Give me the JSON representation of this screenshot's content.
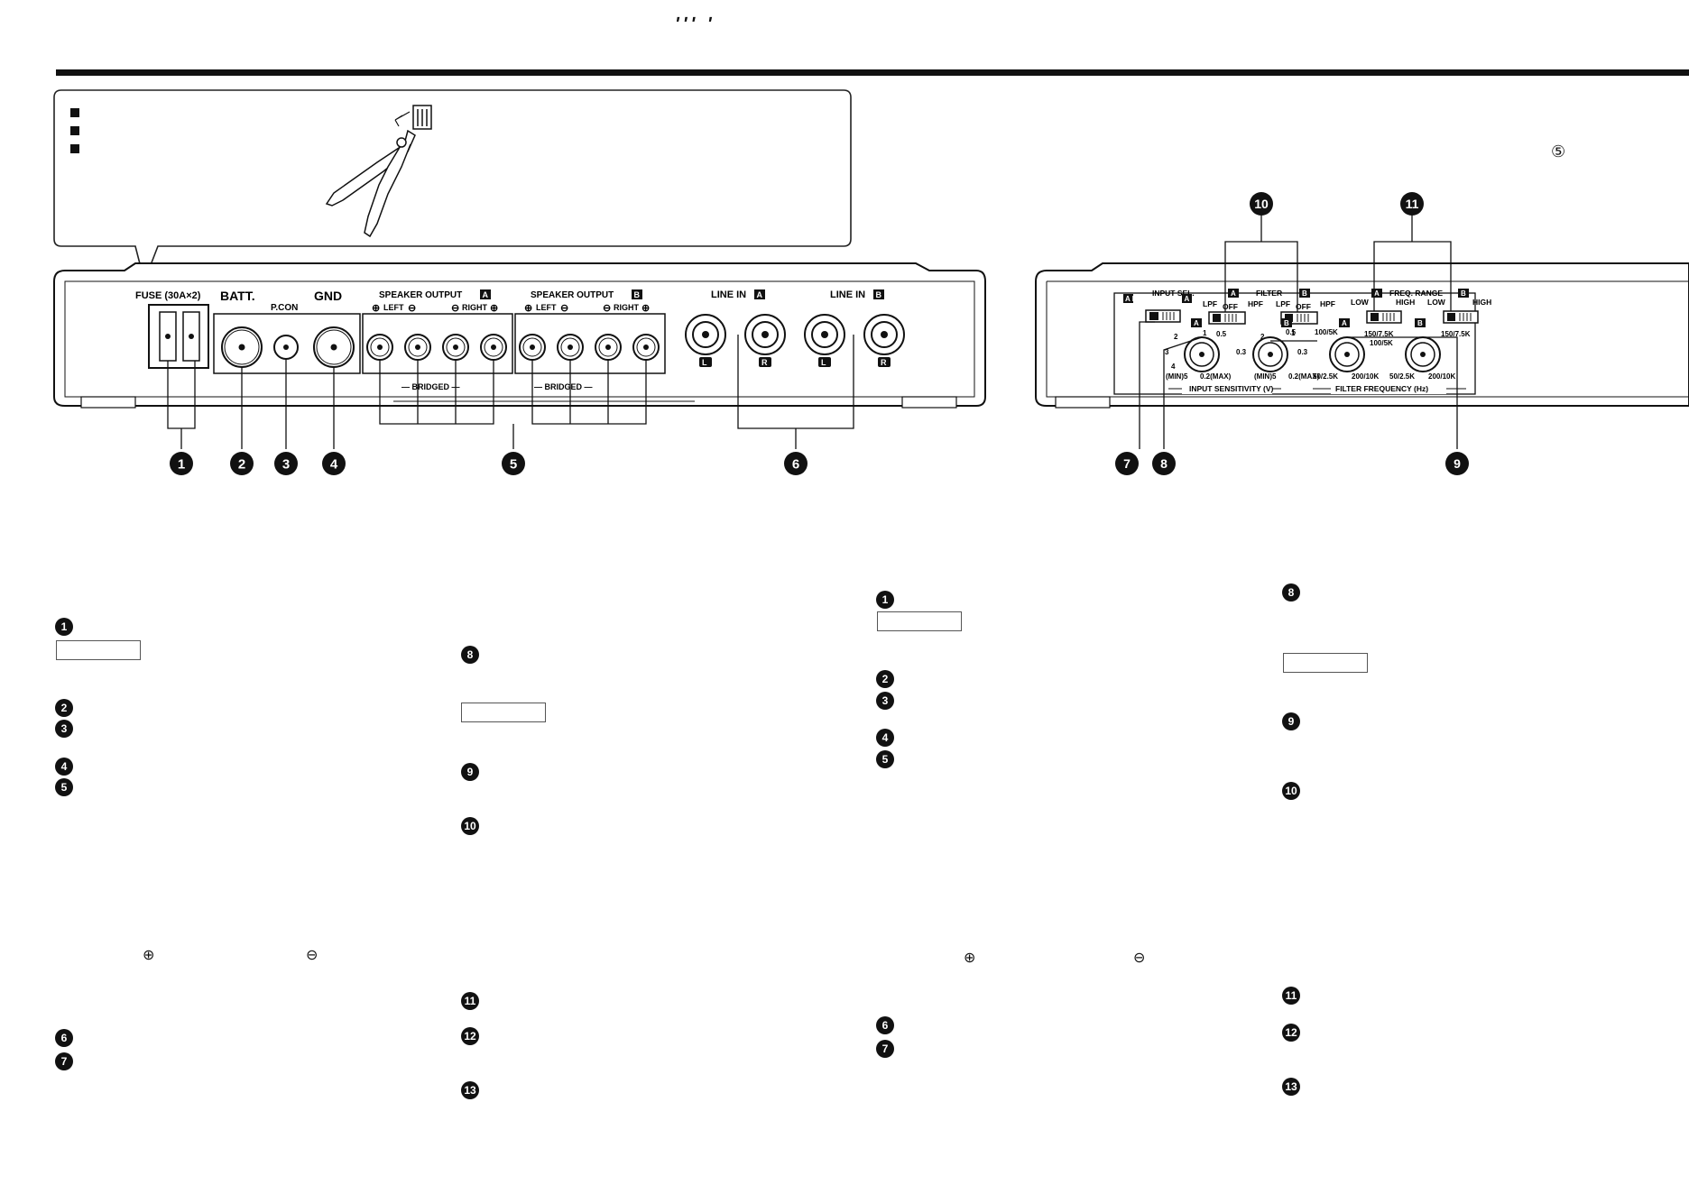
{
  "header": {
    "marks": "ʹʹʹ ʹ"
  },
  "fuse_callout": {
    "bullet_count": 3,
    "tool_label": ""
  },
  "left_panel": {
    "fuse_label": "FUSE (30A×2)",
    "batt_label": "BATT.",
    "pcon_label": "P.CON",
    "gnd_label": "GND",
    "speaker_output_a": "SPEAKER OUTPUT",
    "speaker_output_b": "SPEAKER OUTPUT",
    "channel_a": "A",
    "channel_b": "B",
    "left_label": "LEFT",
    "right_label": "RIGHT",
    "bridged_label": "— BRIDGED —",
    "line_in_label": "LINE IN",
    "l_label": "L",
    "r_label": "R"
  },
  "right_panel": {
    "input_sel_label": "INPUT SEL.",
    "ab_label": "A B",
    "a_label": "A",
    "b_label": "B",
    "filter_label": "FILTER",
    "lpf": "LPF",
    "hpf": "HPF",
    "off": "OFF",
    "freq_range_label": "FREQ. RANGE",
    "low": "LOW",
    "high": "HIGH",
    "input_sensitivity_label": "INPUT SENSITIVITY (V)",
    "filter_frequency_label": "FILTER FREQUENCY (Hz)",
    "sens_min": "(MIN)5",
    "sens_max": "0.2(MAX)",
    "sens_1": "1",
    "sens_2": "2",
    "sens_3": "3",
    "sens_4": "4",
    "sens_05": "0.5",
    "sens_03": "0.3",
    "freq_150_75k": "150/7.5K",
    "freq_100_5k": "100/5K",
    "freq_50_25k": "50/2.5K",
    "freq_200_10k": "200/10K"
  },
  "callouts": {
    "left": [
      "1",
      "2",
      "3",
      "4",
      "5",
      "6"
    ],
    "right": [
      "7",
      "8",
      "9",
      "10",
      "11"
    ]
  },
  "text_markers": {
    "col1": [
      "1",
      "2",
      "3",
      "4",
      "5",
      "6",
      "7"
    ],
    "col2": [
      "8",
      "9",
      "10",
      "11",
      "12",
      "13"
    ],
    "col3": [
      "1",
      "2",
      "3",
      "4",
      "5",
      "6",
      "7"
    ],
    "col4": [
      "8",
      "9",
      "10",
      "11",
      "12",
      "13"
    ]
  },
  "symbols": {
    "plus": "⊕",
    "minus": "⊖",
    "circled_five": "⑤"
  }
}
